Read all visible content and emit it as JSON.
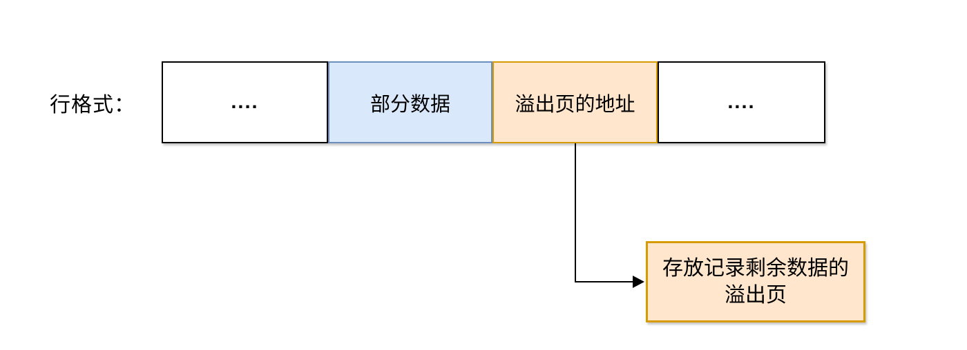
{
  "diagram": {
    "row_label": "行格式：",
    "cells": [
      {
        "id": "ellipsis-left",
        "label": "....",
        "fill": "#ffffff",
        "border": "#000000"
      },
      {
        "id": "partial-data",
        "label": "部分数据",
        "fill": "#dae8fc",
        "border": "#6c8ebf"
      },
      {
        "id": "overflow-page-address",
        "label": "溢出页的地址",
        "fill": "#ffe6cc",
        "border": "#d79b00"
      },
      {
        "id": "ellipsis-right",
        "label": "....",
        "fill": "#ffffff",
        "border": "#000000"
      }
    ],
    "overflow_box": {
      "label_line1": "存放记录剩余数据的",
      "label_line2": "溢出页",
      "fill": "#ffe6cc",
      "border": "#d79b00"
    },
    "colors": {
      "background": "#ffffff",
      "arrow": "#000000",
      "text": "#000000"
    }
  }
}
